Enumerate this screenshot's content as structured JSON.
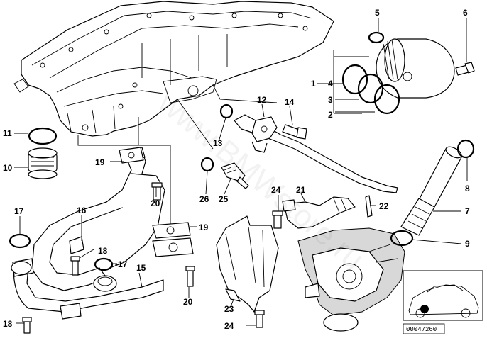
{
  "diagram": {
    "watermark": "www.BMWstore.ru",
    "reference": "00047260",
    "callouts": [
      "1",
      "2",
      "3",
      "4",
      "5",
      "6",
      "7",
      "8",
      "9",
      "10",
      "11",
      "12",
      "13",
      "14",
      "15",
      "16",
      "17",
      "18",
      "19",
      "20",
      "21",
      "22",
      "23",
      "24",
      "25",
      "26"
    ],
    "extra_labels": [
      "-17",
      "18",
      "19",
      "20",
      "24"
    ]
  }
}
